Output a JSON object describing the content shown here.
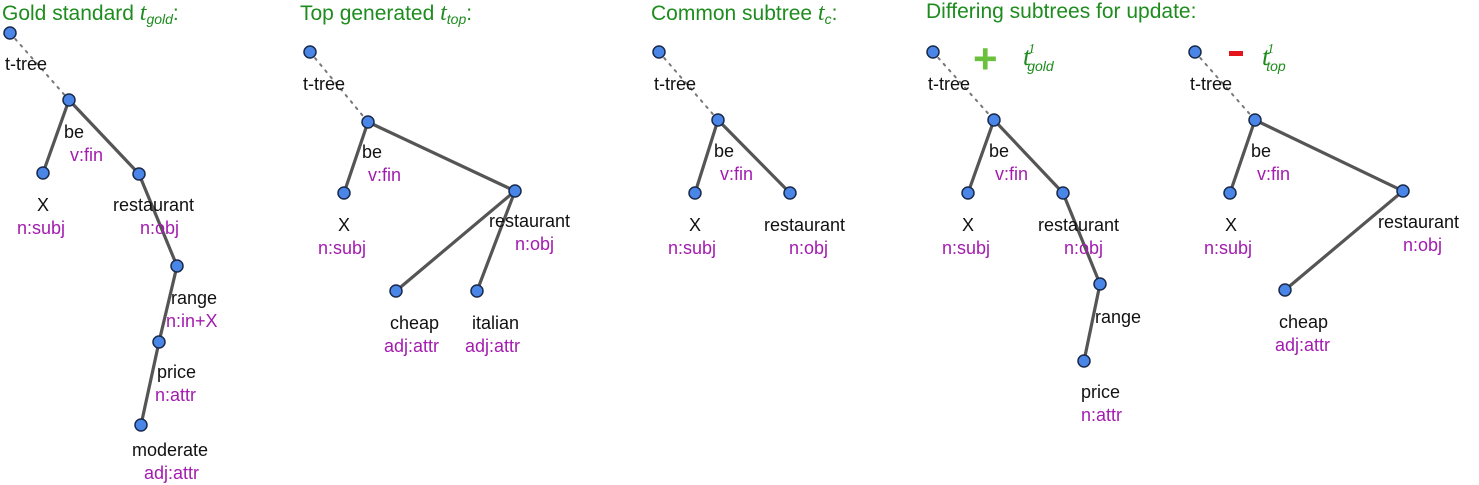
{
  "headers": {
    "gold": {
      "text": "Gold standard ",
      "sym": "t",
      "sub": "gold",
      "tail": ":"
    },
    "top": {
      "text": "Top generated ",
      "sym": "t",
      "sub": "top",
      "tail": ":"
    },
    "common": {
      "text": "Common subtree ",
      "sym": "t",
      "sub": "c",
      "tail": ":"
    },
    "differing": {
      "text": "Differing subtrees for update:"
    }
  },
  "update_markers": {
    "plus": {
      "sign": "+",
      "sym": "t",
      "sup": "1",
      "sub": "gold"
    },
    "minus": {
      "sign": "-",
      "sym": "t",
      "sup": "1",
      "sub": "top"
    }
  },
  "colors": {
    "header": "#1e8c1e",
    "role": "#a21caf",
    "node_fill": "#4a86e8",
    "node_stroke": "#1a2a4a",
    "edge": "#555555",
    "plus": "#6cc13c",
    "minus": "#e3141b"
  },
  "trees": {
    "gold": {
      "root": "t-tree",
      "nodes": [
        {
          "lemma": "be",
          "role": "v:fin"
        },
        {
          "lemma": "X",
          "role": "n:subj"
        },
        {
          "lemma": "restaurant",
          "role": "n:obj"
        },
        {
          "lemma": "range",
          "role": "n:in+X"
        },
        {
          "lemma": "price",
          "role": "n:attr"
        },
        {
          "lemma": "moderate",
          "role": "adj:attr"
        }
      ]
    },
    "top": {
      "root": "t-tree",
      "nodes": [
        {
          "lemma": "be",
          "role": "v:fin"
        },
        {
          "lemma": "X",
          "role": "n:subj"
        },
        {
          "lemma": "restaurant",
          "role": "n:obj"
        },
        {
          "lemma": "cheap",
          "role": "adj:attr"
        },
        {
          "lemma": "italian",
          "role": "adj:attr"
        }
      ]
    },
    "common": {
      "root": "t-tree",
      "nodes": [
        {
          "lemma": "be",
          "role": "v:fin"
        },
        {
          "lemma": "X",
          "role": "n:subj"
        },
        {
          "lemma": "restaurant",
          "role": "n:obj"
        }
      ]
    },
    "diff_gold": {
      "root": "t-tree",
      "nodes": [
        {
          "lemma": "be",
          "role": "v:fin"
        },
        {
          "lemma": "X",
          "role": "n:subj"
        },
        {
          "lemma": "restaurant",
          "role": "n:obj"
        },
        {
          "lemma": "range",
          "role": ""
        },
        {
          "lemma": "price",
          "role": "n:attr"
        }
      ]
    },
    "diff_top": {
      "root": "t-tree",
      "nodes": [
        {
          "lemma": "be",
          "role": "v:fin"
        },
        {
          "lemma": "X",
          "role": "n:subj"
        },
        {
          "lemma": "restaurant",
          "role": "n:obj"
        },
        {
          "lemma": "cheap",
          "role": "adj:attr"
        }
      ]
    }
  }
}
